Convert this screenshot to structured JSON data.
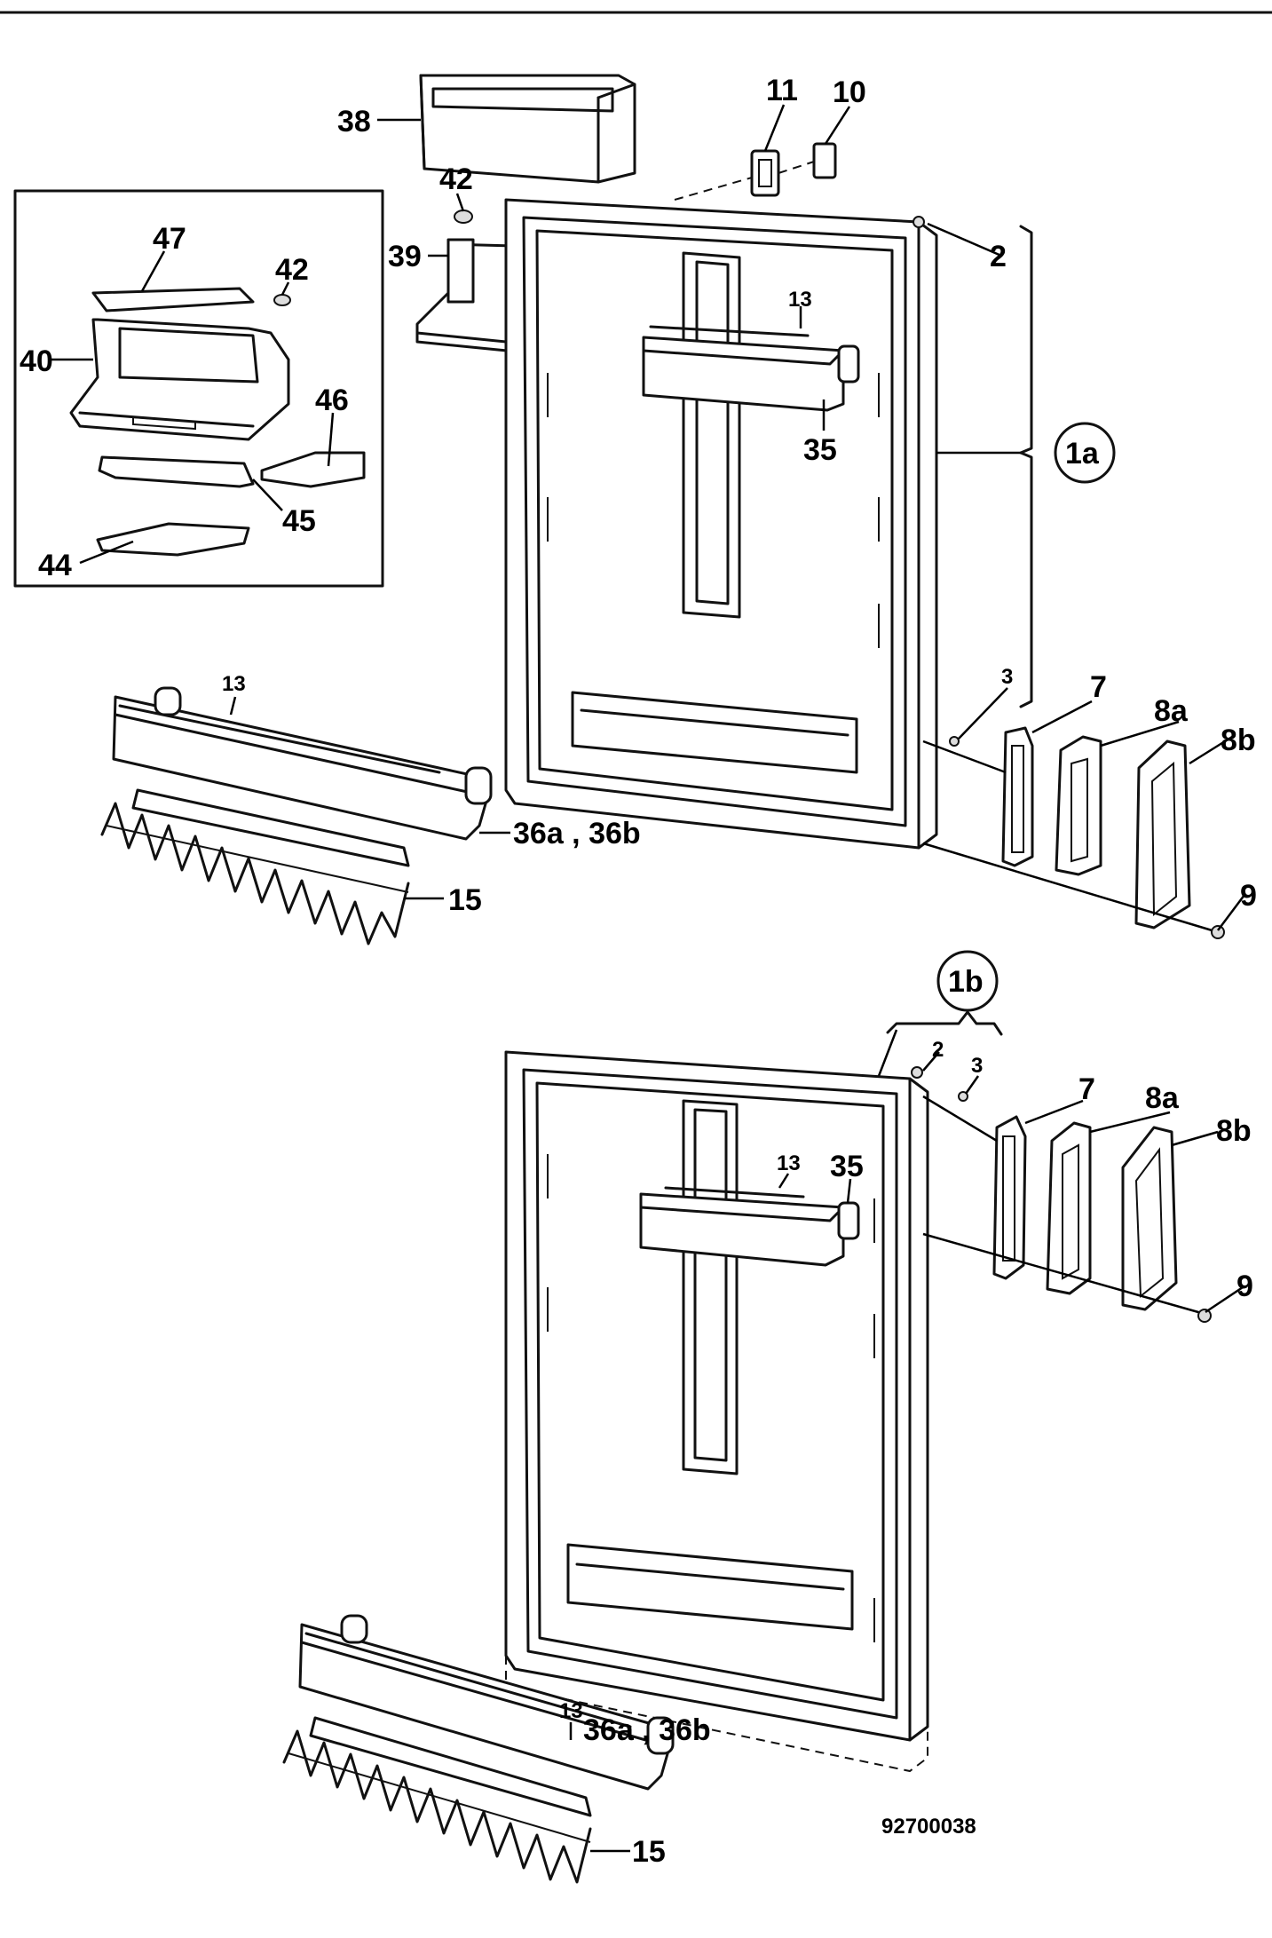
{
  "callouts": {
    "c38": "38",
    "c11": "11",
    "c10": "10",
    "c42a": "42",
    "c39": "39",
    "c2a": "2",
    "c13a": "13",
    "c35a": "35",
    "c1a": "1a",
    "c47": "47",
    "c42b": "42",
    "c40": "40",
    "c46": "46",
    "c45": "45",
    "c44": "44",
    "c13b": "13",
    "c36a": "36a , 36b",
    "c15a": "15",
    "c3a": "3",
    "c7a": "7",
    "c8aa": "8a",
    "c8ba": "8b",
    "c9a": "9",
    "c1b": "1b",
    "c2b": "2",
    "c3b": "3",
    "c7b": "7",
    "c8ab": "8a",
    "c8bb": "8b",
    "c13c": "13",
    "c35b": "35",
    "c9b": "9",
    "c13d": "13",
    "c36b": "36a , 36b",
    "c15b": "15"
  },
  "drawing_number": "92700038"
}
